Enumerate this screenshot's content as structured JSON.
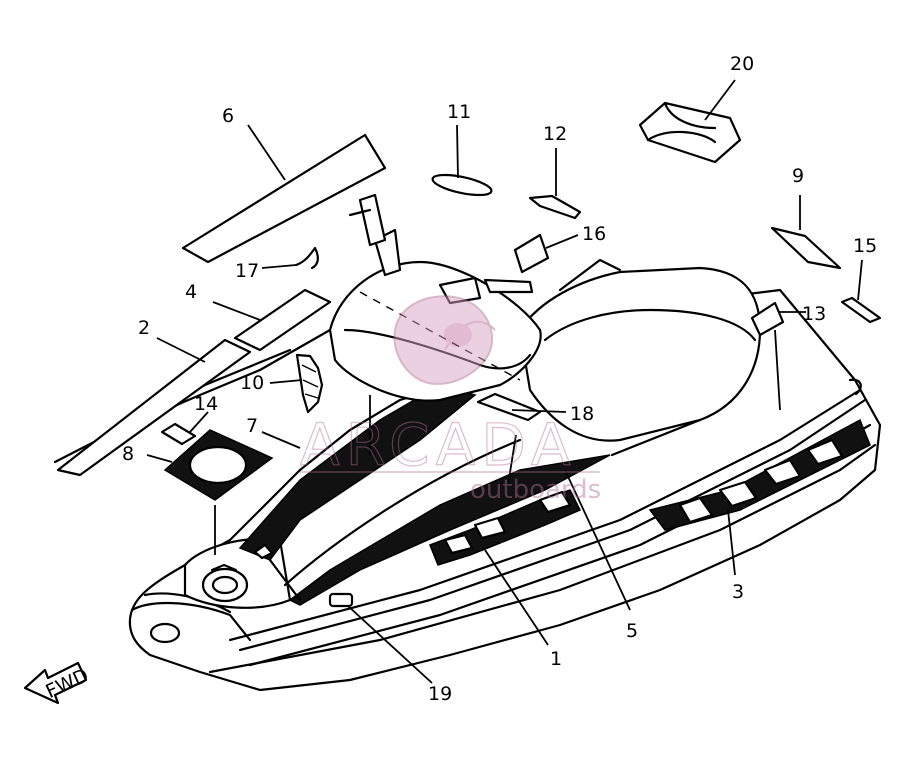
{
  "diagram": {
    "callouts": [
      {
        "id": "c1",
        "label": "1"
      },
      {
        "id": "c2",
        "label": "2"
      },
      {
        "id": "c3",
        "label": "3"
      },
      {
        "id": "c4",
        "label": "4"
      },
      {
        "id": "c5",
        "label": "5"
      },
      {
        "id": "c6",
        "label": "6"
      },
      {
        "id": "c7",
        "label": "7"
      },
      {
        "id": "c8",
        "label": "8"
      },
      {
        "id": "c9",
        "label": "9"
      },
      {
        "id": "c10",
        "label": "10"
      },
      {
        "id": "c11",
        "label": "11"
      },
      {
        "id": "c12",
        "label": "12"
      },
      {
        "id": "c13",
        "label": "13"
      },
      {
        "id": "c14",
        "label": "14"
      },
      {
        "id": "c15",
        "label": "15"
      },
      {
        "id": "c16",
        "label": "16"
      },
      {
        "id": "c17",
        "label": "17"
      },
      {
        "id": "c18",
        "label": "18"
      },
      {
        "id": "c19",
        "label": "19"
      },
      {
        "id": "c20",
        "label": "20"
      }
    ],
    "direction_arrow": "FWD",
    "watermark": {
      "text": "ARCADA",
      "subtext": "outboards",
      "color": "#b07090"
    }
  }
}
